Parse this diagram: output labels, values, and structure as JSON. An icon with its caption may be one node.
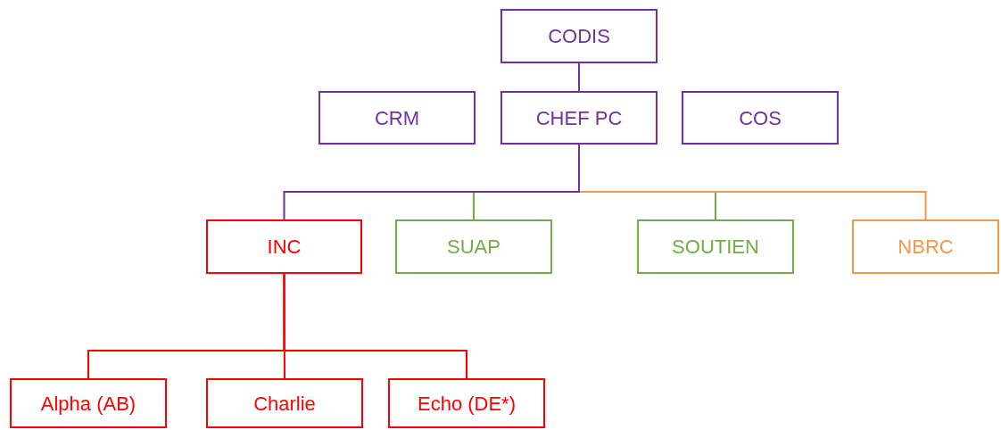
{
  "diagram": {
    "nodes": [
      {
        "text": [
          "CODIS"
        ]
      },
      {
        "text": [
          "CRM"
        ]
      },
      {
        "text": [
          "CHEF PC"
        ]
      },
      {
        "text": [
          "COS"
        ]
      },
      {
        "text": [
          "INC"
        ]
      },
      {
        "text": [
          "SUAP"
        ]
      },
      {
        "text": [
          "SOUTIEN"
        ]
      },
      {
        "text": [
          "NBRC"
        ]
      },
      {
        "text": [
          "Alpha (AB)"
        ]
      },
      {
        "text": [
          "Charlie"
        ]
      },
      {
        "text": [
          "Echo (DE*)"
        ]
      }
    ],
    "edges": [
      {
        "from": 0,
        "to": 2,
        "arrow": "none",
        "color": "#7030a0"
      },
      {
        "from": 2,
        "to": 5,
        "arrow": "none",
        "color": "#70ad47"
      },
      {
        "from": 2,
        "to": 6,
        "arrow": "none",
        "color": "#70ad47"
      },
      {
        "from": 2,
        "to": 7,
        "arrow": "none",
        "color": "#f79646"
      },
      {
        "from": 2,
        "to": 4,
        "arrow": "none",
        "color": "#7030a0"
      },
      {
        "from": 4,
        "to": 8,
        "arrow": "none",
        "color": "#ff0000"
      },
      {
        "from": 4,
        "to": 9,
        "arrow": "none",
        "color": "#ff0000"
      },
      {
        "from": 4,
        "to": 10,
        "arrow": "none",
        "color": "#ff0000"
      }
    ]
  }
}
